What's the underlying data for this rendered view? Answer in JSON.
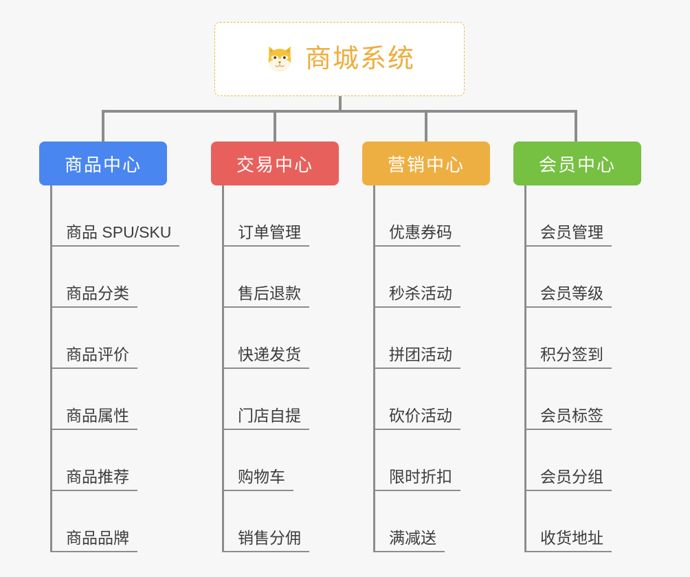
{
  "root": {
    "title": "商城系统",
    "icon": "shiba-dog-icon",
    "text_color": "#eead3c",
    "border_color": "#f0b64a",
    "background": "#ffffff"
  },
  "canvas": {
    "background": "#f7f7f7",
    "connector_color": "#8c8c8c"
  },
  "categories": [
    {
      "label": "商品中心",
      "color": "#4a86f0",
      "items": [
        "商品 SPU/SKU",
        "商品分类",
        "商品评价",
        "商品属性",
        "商品推荐",
        "商品品牌"
      ]
    },
    {
      "label": "交易中心",
      "color": "#e8605c",
      "items": [
        "订单管理",
        "售后退款",
        "快递发货",
        "门店自提",
        "购物车",
        "销售分佣"
      ]
    },
    {
      "label": "营销中心",
      "color": "#eeaf42",
      "items": [
        "优惠券码",
        "秒杀活动",
        "拼团活动",
        "砍价活动",
        "限时折扣",
        "满减送"
      ]
    },
    {
      "label": "会员中心",
      "color": "#76c042",
      "items": [
        "会员管理",
        "会员等级",
        "积分签到",
        "会员标签",
        "会员分组",
        "收货地址"
      ]
    }
  ]
}
